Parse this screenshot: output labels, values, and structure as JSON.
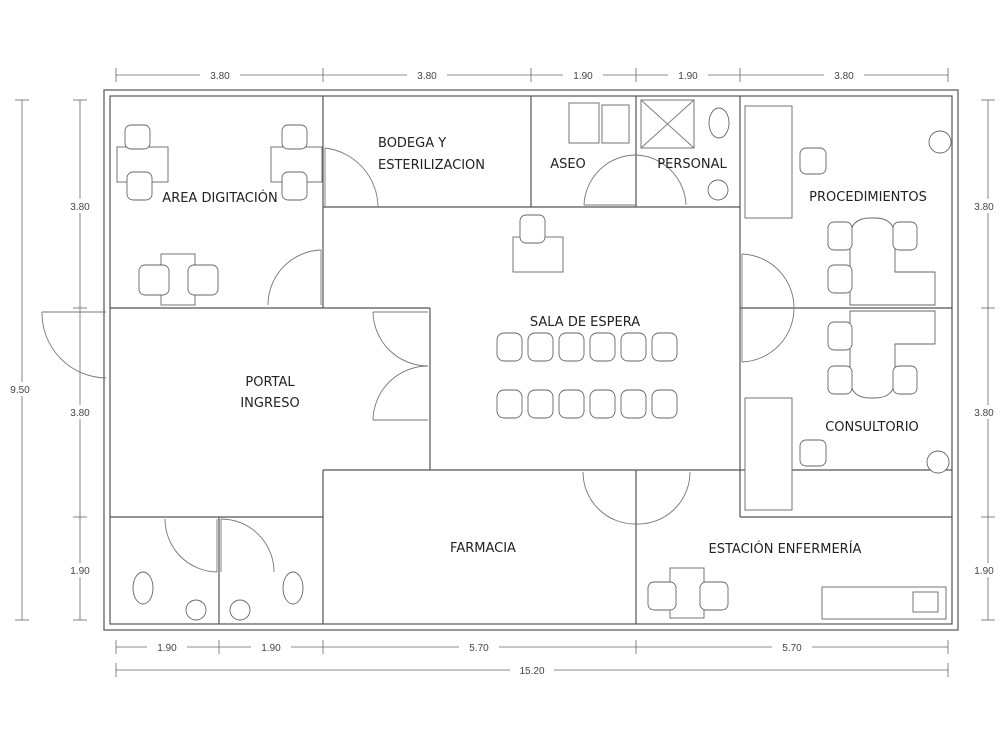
{
  "rooms": {
    "area_digitacion": "AREA DIGITACIÓN",
    "bodega_1": "BODEGA Y",
    "bodega_2": "ESTERILIZACION",
    "aseo": "ASEO",
    "personal": "PERSONAL",
    "procedimientos": "PROCEDIMIENTOS",
    "sala_espera": "SALA DE ESPERA",
    "portal_1": "PORTAL",
    "portal_2": "INGRESO",
    "consultorio": "CONSULTORIO",
    "farmacia": "FARMACIA",
    "estacion": "ESTACIÓN ENFERMERÍA"
  },
  "dimensions": {
    "top": [
      "3.80",
      "3.80",
      "1.90",
      "1.90",
      "3.80"
    ],
    "bottom": [
      "1.90",
      "1.90",
      "5.70",
      "5.70"
    ],
    "total_width": "15.20",
    "total_height": "9.50",
    "left": [
      "3.80",
      "3.80",
      "1.90"
    ],
    "right": [
      "3.80",
      "3.80",
      "1.90"
    ]
  }
}
